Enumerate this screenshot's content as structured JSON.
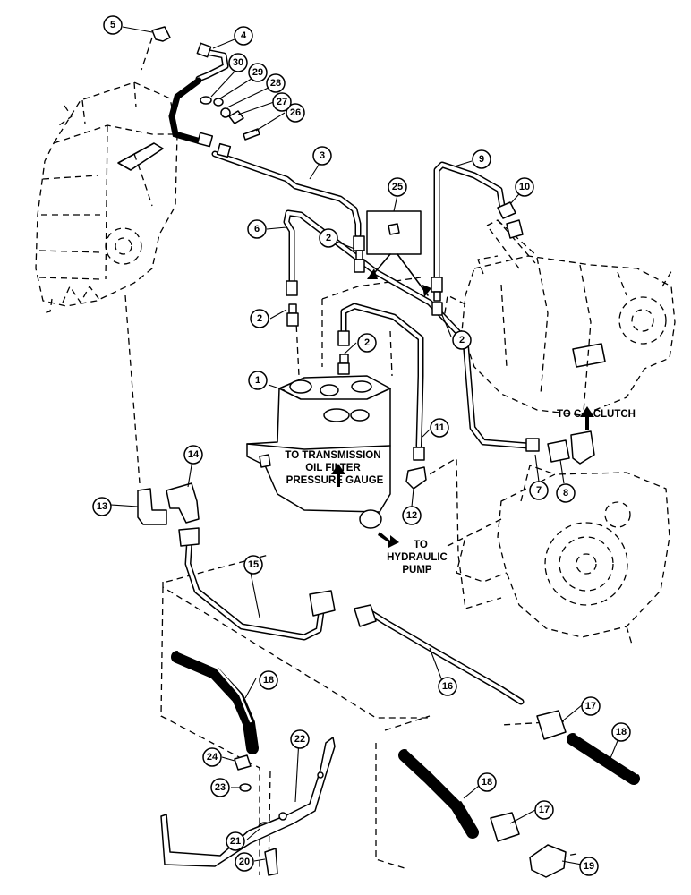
{
  "callouts": [
    {
      "id": "c1",
      "num": "1"
    },
    {
      "id": "c2a",
      "num": "2"
    },
    {
      "id": "c2b",
      "num": "2"
    },
    {
      "id": "c2c",
      "num": "2"
    },
    {
      "id": "c2d",
      "num": "2"
    },
    {
      "id": "c3",
      "num": "3"
    },
    {
      "id": "c4",
      "num": "4"
    },
    {
      "id": "c5",
      "num": "5"
    },
    {
      "id": "c6",
      "num": "6"
    },
    {
      "id": "c7",
      "num": "7"
    },
    {
      "id": "c8",
      "num": "8"
    },
    {
      "id": "c9",
      "num": "9"
    },
    {
      "id": "c10",
      "num": "10"
    },
    {
      "id": "c11",
      "num": "11"
    },
    {
      "id": "c12",
      "num": "12"
    },
    {
      "id": "c13",
      "num": "13"
    },
    {
      "id": "c14",
      "num": "14"
    },
    {
      "id": "c15",
      "num": "15"
    },
    {
      "id": "c16",
      "num": "16"
    },
    {
      "id": "c17a",
      "num": "17"
    },
    {
      "id": "c17b",
      "num": "17"
    },
    {
      "id": "c18a",
      "num": "18"
    },
    {
      "id": "c18b",
      "num": "18"
    },
    {
      "id": "c18c",
      "num": "18"
    },
    {
      "id": "c19",
      "num": "19"
    },
    {
      "id": "c20",
      "num": "20"
    },
    {
      "id": "c21",
      "num": "21"
    },
    {
      "id": "c22",
      "num": "22"
    },
    {
      "id": "c23",
      "num": "23"
    },
    {
      "id": "c24",
      "num": "24"
    },
    {
      "id": "c25",
      "num": "25"
    },
    {
      "id": "c26",
      "num": "26"
    },
    {
      "id": "c27",
      "num": "27"
    },
    {
      "id": "c28",
      "num": "28"
    },
    {
      "id": "c29",
      "num": "29"
    },
    {
      "id": "c30",
      "num": "30"
    }
  ],
  "notes": {
    "to_c1_clutch": "TO C-1 CLUTCH",
    "to_transmission_line1": "TO TRANSMISSION",
    "to_transmission_line2": "OIL FILTER",
    "to_transmission_line3": "PRESSURE GAUGE",
    "to_hydraulic_line1": "TO",
    "to_hydraulic_line2": "HYDRAULIC",
    "to_hydraulic_line3": "PUMP"
  }
}
